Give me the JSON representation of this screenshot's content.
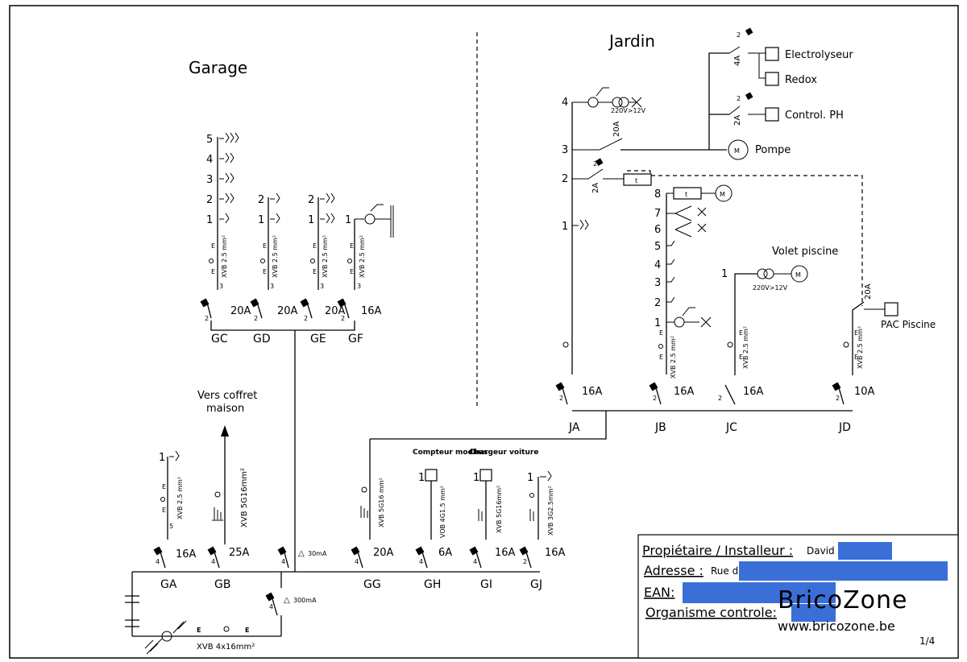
{
  "zones": {
    "garage": "Garage",
    "jardin": "Jardin"
  },
  "garage_circuits": [
    {
      "id": "GC",
      "breaker": "20A",
      "cable": "XVB 2.5 mm²",
      "loads": [
        "5",
        "4",
        "3",
        "2",
        "1"
      ]
    },
    {
      "id": "GD",
      "breaker": "20A",
      "cable": "XVB 2.5 mm²",
      "loads": [
        "2",
        "1"
      ]
    },
    {
      "id": "GE",
      "breaker": "20A",
      "cable": "XVB 2.5 mm²",
      "loads": [
        "2",
        "1"
      ]
    },
    {
      "id": "GF",
      "breaker": "16A",
      "cable": "XVB 2.5 mm²",
      "loads": [
        "1"
      ]
    }
  ],
  "main_circuits": [
    {
      "id": "GA",
      "breaker": "16A",
      "cable": "XVB 2.5 mm²",
      "load": "1"
    },
    {
      "id": "GB",
      "breaker": "25A",
      "cable": "XVB 5G16mm²"
    },
    {
      "id": "GG",
      "breaker": "20A",
      "cable": "XVB 5G16 mm²"
    },
    {
      "id": "GH",
      "breaker": "6A",
      "cable": "VOB 4G1.5 mm²",
      "load": "1",
      "device": "Compteur modbus"
    },
    {
      "id": "GI",
      "breaker": "16A",
      "cable": "XVB 5G16mm²",
      "load": "1",
      "device": "Chargeur voiture"
    },
    {
      "id": "GJ",
      "breaker": "16A",
      "cable": "XVB 3G2.5mm²",
      "load": "1"
    }
  ],
  "rcd": {
    "high": "30mA",
    "main": "300mA"
  },
  "feed": {
    "line1": "Vers coffret",
    "line2": "maison"
  },
  "earth_cable": "XVB 4x16mm²",
  "jardin_circuits": [
    {
      "id": "JA",
      "breaker": "16A",
      "loads": [
        "4",
        "3",
        "2",
        "1"
      ],
      "ratings": [
        "20A",
        "2A"
      ]
    },
    {
      "id": "JB",
      "breaker": "16A",
      "cable": "XVB 2.5 mm²",
      "loads": [
        "8",
        "7",
        "6",
        "5",
        "4",
        "3",
        "2",
        "1"
      ]
    },
    {
      "id": "JC",
      "breaker": "16A",
      "cable": "XVB 2.5 mm²",
      "load": "1",
      "device": "Volet piscine"
    },
    {
      "id": "JD",
      "breaker": "10A",
      "cable": "XVB 2.5 mm²",
      "rating": "20A",
      "device": "PAC Piscine"
    }
  ],
  "pool_devices": {
    "electrolyseur": "Electrolyseur",
    "redox": "Redox",
    "controle_ph": "Control. PH",
    "pompe": "Pompe",
    "rating_4a": "4A",
    "rating_2a": "2A",
    "transfo": "220V>12V",
    "motor": "M",
    "timer": "t",
    "pole": "2"
  },
  "title_block": {
    "owner_label": "Propiétaire / Installeur :",
    "owner_value": "David",
    "address_label": "Adresse :",
    "address_value": "Rue d",
    "ean_label": "EAN:",
    "org_label": "Organisme controle:",
    "page": "1/4"
  },
  "watermark": {
    "brand": "BricoZone",
    "url": "www.bricozone.be"
  },
  "colors": {
    "redaction": "#3b6fd8",
    "watermark": "#cfcfcf",
    "ink": "#000000"
  }
}
